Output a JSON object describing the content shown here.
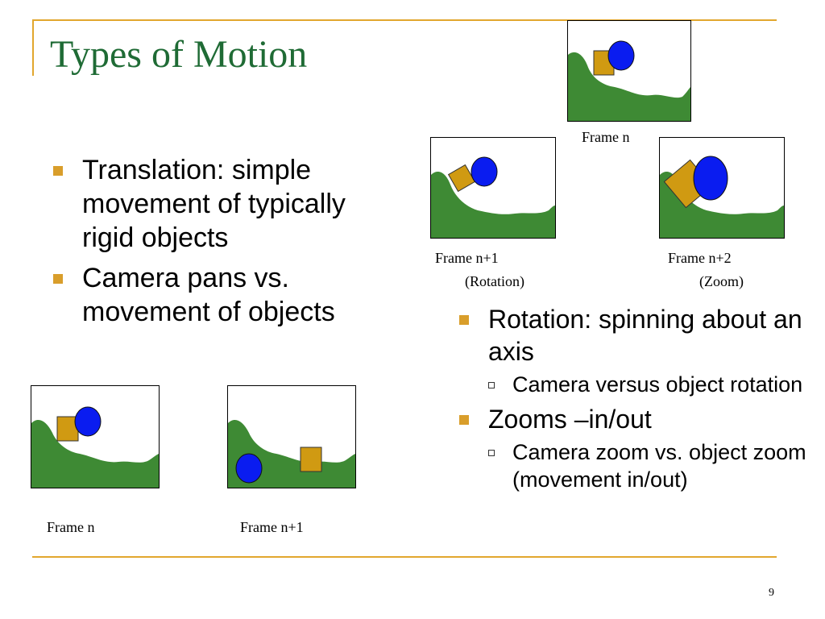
{
  "slide": {
    "title": "Types of Motion",
    "page_number": "9"
  },
  "left_bullets": [
    "Translation: simple movement of typically rigid objects",
    "Camera pans vs. movement of objects"
  ],
  "right_bullets": {
    "rotation": "Rotation: spinning about an axis",
    "rotation_sub": "Camera versus object rotation",
    "zooms": "Zooms –in/out",
    "zooms_sub": "Camera zoom vs. object zoom (movement in/out)"
  },
  "captions": {
    "top_frame": "Frame n",
    "rot_frame": "Frame n+1",
    "rot_label": "(Rotation)",
    "zoom_frame": "Frame n+2",
    "zoom_label": "(Zoom)",
    "trans_frame_a": "Frame n",
    "trans_frame_b": "Frame n+1"
  },
  "colors": {
    "title": "#1f6b35",
    "accent_line": "#e2a72e",
    "hill": "#3e8a34",
    "square": "#d09a12",
    "circle": "#0a1cf0"
  }
}
